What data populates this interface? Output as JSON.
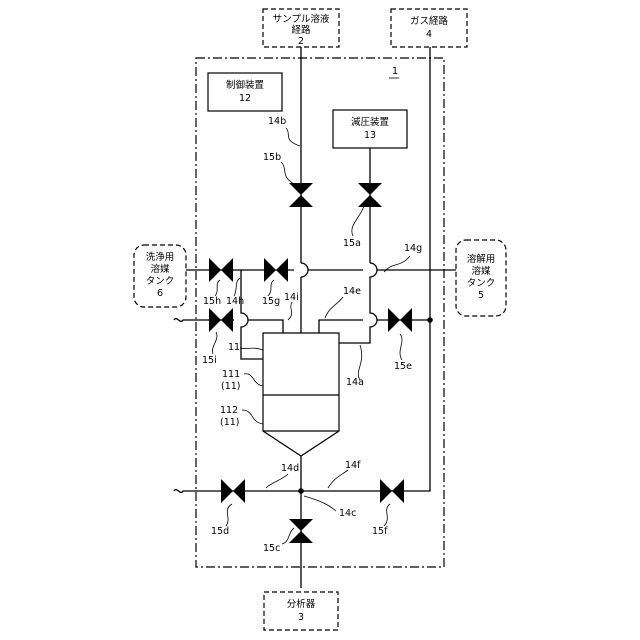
{
  "boxes": {
    "sample_path": {
      "line1": "サンプル溶液",
      "line2": "経路",
      "num": "2"
    },
    "gas_path": {
      "line1": "ガス経路",
      "num": "4"
    },
    "controller": {
      "line1": "制御装置",
      "num": "12"
    },
    "decompressor": {
      "line1": "減圧装置",
      "num": "13"
    },
    "wash_tank": {
      "line1": "洗浄用",
      "line2": "溶媒",
      "line3": "タンク",
      "num": "6"
    },
    "dissolve_tank": {
      "line1": "溶解用",
      "line2": "溶媒",
      "line3": "タンク",
      "num": "5"
    },
    "analyzer": {
      "line1": "分析器",
      "num": "3"
    }
  },
  "device_label": "1",
  "labels": {
    "l14b": "14b",
    "l15b": "15b",
    "l15a": "15a",
    "l14g": "14g",
    "l15h": "15h",
    "l14h": "14h",
    "l15g": "15g",
    "l14i": "14i",
    "l14e": "14e",
    "l15i": "15i",
    "l11": "11",
    "l15e": "15e",
    "l14a": "14a",
    "l111": "111",
    "l111b": "(11)",
    "l112": "112",
    "l112b": "(11)",
    "l14d": "14d",
    "l14f": "14f",
    "l15d": "15d",
    "l14c": "14c",
    "l15f": "15f",
    "l15c": "15c"
  }
}
